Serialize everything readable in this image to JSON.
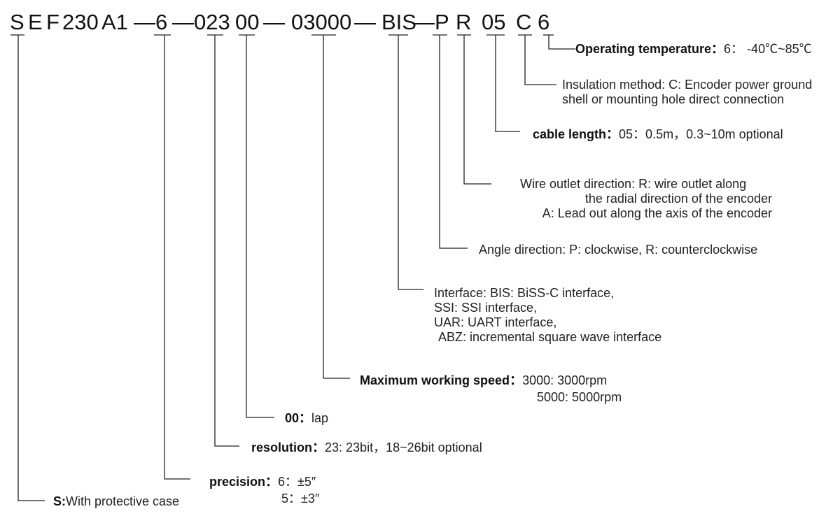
{
  "code_segments": [
    "S",
    "E",
    "F",
    "230",
    "A1",
    "—6",
    "—023",
    "00",
    "—",
    "03000",
    "—",
    "BIS",
    "—P",
    "R",
    "05",
    "C",
    "6"
  ],
  "annotations": {
    "operating_temperature": {
      "key": "Operating temperature",
      "sep": "：",
      "value": "6： -40℃~85℃"
    },
    "insulation": {
      "line1": "Insulation method: C: Encoder power ground",
      "line2": "shell or mounting hole direct connection"
    },
    "cable_length": {
      "key": "cable length",
      "sep": "：",
      "value": "05：0.5m，0.3~10m optional"
    },
    "wire_outlet": {
      "line1": "Wire outlet direction: R: wire outlet along",
      "line2": "the radial direction of the encoder",
      "line3": "A: Lead out along the axis of the encoder"
    },
    "angle_direction": {
      "text": "Angle direction: P: clockwise, R: counterclockwise"
    },
    "interface": {
      "line1": "Interface: BIS: BiSS-C interface,",
      "line2": "SSI: SSI interface,",
      "line3": "UAR: UART interface,",
      "line4": "ABZ: incremental square wave interface"
    },
    "max_speed": {
      "key": "Maximum working speed",
      "sep": "：",
      "value1": "3000: 3000rpm",
      "value2": "5000: 5000rpm"
    },
    "lap": {
      "key": "00",
      "sep": "：",
      "value": "lap"
    },
    "resolution": {
      "key": "resolution",
      "sep": "：",
      "value": "23: 23bit，18~26bit optional"
    },
    "precision": {
      "key": "precision",
      "sep": "：",
      "value1": "6：±5″",
      "value2": "5：±3″"
    },
    "protective": {
      "key": "S:",
      "value": "With protective case"
    }
  }
}
